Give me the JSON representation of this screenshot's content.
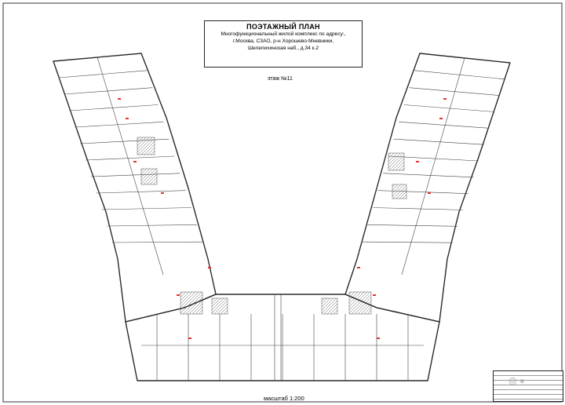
{
  "plan": {
    "title": "ПОЭТАЖНЫЙ ПЛАН",
    "description_line1": "Многофункциональный жилой комплекс по адресу:,",
    "address_line1": "г.Москва, СЗАО, р-н Хорошево-Мневники,",
    "address_line2": "Шелепихинская наб., д.34 к.2",
    "floor": "этаж №11",
    "scale": "масштаб 1:200"
  },
  "colors": {
    "line": "#2a2a2a",
    "hatch": "#555555",
    "accent": "#e53030"
  }
}
